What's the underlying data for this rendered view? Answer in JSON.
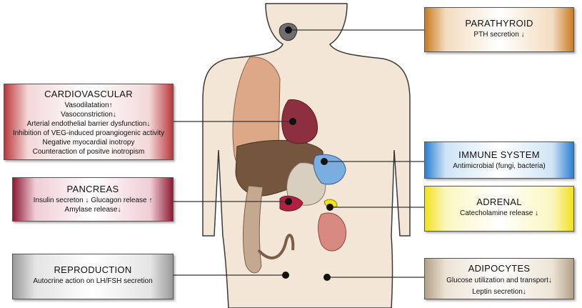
{
  "boxes": {
    "cardiovascular": {
      "title": "CARDIOVASCULAR",
      "lines": [
        "Vasodilatation↑",
        "Vasoconstriction↓",
        "Arterial endothelial barrier dysfunction↓",
        "Inhibition of VEG-induced proangiogenic activity",
        "Negative myocardial inotropy",
        "Counteraction of positve inotropism"
      ]
    },
    "pancreas": {
      "title": "PANCREAS",
      "lines": [
        "Insulin secreton ↓ Glucagon release ↑",
        "Amylase release↓"
      ]
    },
    "reproduction": {
      "title": "REPRODUCTION",
      "lines": [
        "Autocrine action on LH/FSH secretion"
      ]
    },
    "parathyroid": {
      "title": "PARATHYROID",
      "lines": [
        "PTH secretion ↓"
      ]
    },
    "immune": {
      "title": "IMMUNE SYSTEM",
      "lines": [
        "Antimicrobial (fungi, bacteria)"
      ]
    },
    "adrenal": {
      "title": "ADRENAL",
      "lines": [
        "Catecholamine release ↓"
      ]
    },
    "adipocytes": {
      "title": "ADIPOCYTES",
      "lines": [
        "Glucose utilization and transport↓",
        "Leptin secretion↓"
      ]
    }
  },
  "colors": {
    "body": "#f3e6d6",
    "body_outline": "#3a3a3a",
    "lung": "#dda888",
    "heart": "#8e2f3f",
    "liver": "#74563f",
    "stomach": "#d9cfc0",
    "spleen": "#7aaee0",
    "kidney": "#d98a80",
    "adrenal_gland": "#f2e21c",
    "intestine": "#c4a890",
    "thyroid": "#6e6e6e"
  },
  "icons": [
    "human-torso",
    "heart",
    "lung",
    "liver",
    "stomach",
    "spleen",
    "kidney",
    "adrenal-gland",
    "pancreas-organ",
    "intestine",
    "parathyroid-gland"
  ]
}
